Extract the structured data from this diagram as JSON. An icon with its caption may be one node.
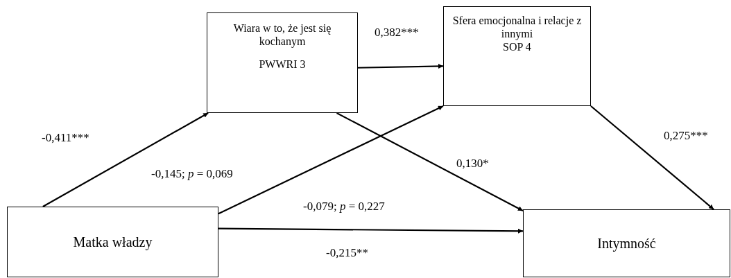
{
  "diagram": {
    "nodes": [
      {
        "text": [
          "Wiara w to, że jest się kochanym",
          "PWWRI 3"
        ]
      },
      {
        "text": [
          "Sfera emocjonalna i relacje z innymi",
          "SOP 4"
        ]
      },
      {
        "text": [
          "Matka władzy"
        ]
      },
      {
        "text": [
          "Intymność"
        ]
      }
    ],
    "edges": [
      {
        "from": 2,
        "to": 0,
        "arrow": "to",
        "label": "-0,411***"
      },
      {
        "from": 0,
        "to": 1,
        "arrow": "to",
        "label": "0,382***"
      },
      {
        "from": 2,
        "to": 1,
        "arrow": "to",
        "label": "-0,145; *p* = 0,069"
      },
      {
        "from": 0,
        "to": 3,
        "arrow": "to",
        "label": "0,130*"
      },
      {
        "from": 2,
        "to": 3,
        "arrow": "to",
        "label": "-0,079; *p* = 0,227"
      },
      {
        "from": 1,
        "to": 3,
        "arrow": "to",
        "label": "0,275***"
      }
    ],
    "labels": [
      "-0,215**"
    ]
  }
}
